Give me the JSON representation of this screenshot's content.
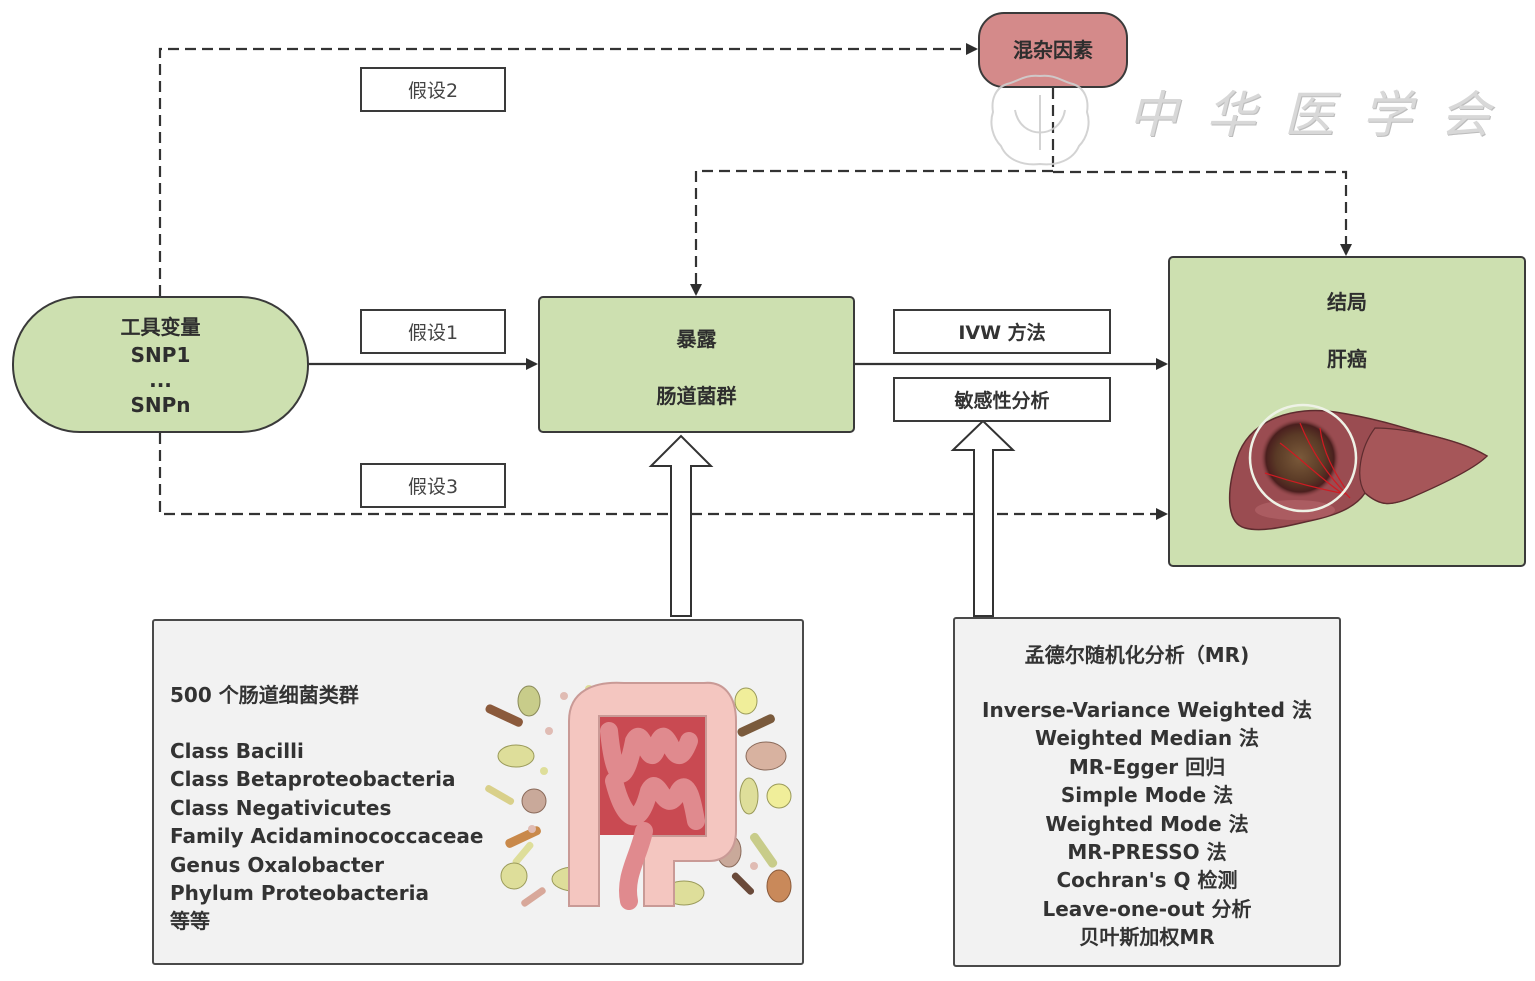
{
  "diagram": {
    "instrument": {
      "title": "工具变量",
      "lines": [
        "SNP1",
        "...",
        "SNPn"
      ]
    },
    "exposure": {
      "title": "暴露",
      "subtitle": "肠道菌群"
    },
    "outcome": {
      "title": "结局",
      "subtitle": "肝癌",
      "illustration": "liver-cancer-illustration"
    },
    "confounder": {
      "title": "混杂因素"
    },
    "assumptions": [
      "假设1",
      "假设2",
      "假设3"
    ],
    "methods": {
      "primary": "IVW 方法",
      "sensitivity": "敏感性分析"
    },
    "microbiota_panel": {
      "heading": "500 个肠道细菌类群",
      "items": [
        "Class Bacilli",
        "Class Betaproteobacteria",
        "Class Negativicutes",
        "Family Acidaminococcaceae",
        "Genus Oxalobacter",
        "Phylum Proteobacteria",
        "等等"
      ],
      "illustration": "gut-microbiota-illustration"
    },
    "mr_panel": {
      "heading": "孟德尔随机化分析（MR)",
      "items": [
        "Inverse-Variance Weighted 法",
        "Weighted Median 法",
        "MR-Egger 回归",
        "Simple Mode 法",
        "Weighted Mode 法",
        "MR-PRESSO 法",
        "Cochran's Q 检测",
        "Leave-one-out 分析",
        "贝叶斯加权MR"
      ]
    },
    "watermark": {
      "text": "中华医学会",
      "seal": "society-seal"
    },
    "colors": {
      "node_green": "#cde0b0",
      "confounder_red": "#d48a8a",
      "panel_gray": "#f2f2f2",
      "line": "#3a3a3a"
    }
  }
}
